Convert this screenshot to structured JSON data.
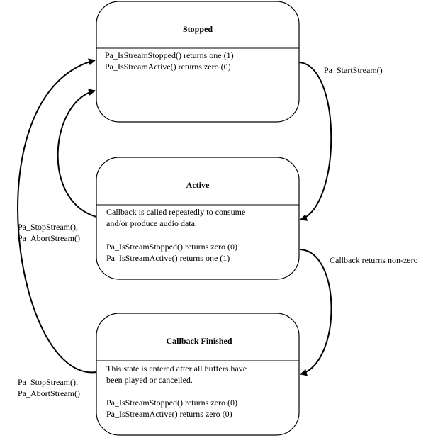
{
  "states": {
    "stopped": {
      "title": "Stopped",
      "lines": [
        "Pa_IsStreamStopped() returns one (1)",
        "Pa_IsStreamActive() returns zero (0)"
      ]
    },
    "active": {
      "title": "Active",
      "lines": [
        "Callback is called repeatedly to consume",
        "and/or produce audio data.",
        "Pa_IsStreamStopped() returns zero (0)",
        "Pa_IsStreamActive() returns one (1)"
      ]
    },
    "callback_finished": {
      "title": "Callback Finished",
      "lines": [
        "This state is entered after all buffers have",
        "been played or cancelled.",
        "Pa_IsStreamStopped() returns zero (0)",
        "Pa_IsStreamActive() returns zero (0)"
      ]
    }
  },
  "edges": {
    "start_stream": {
      "label": "Pa_StartStream()"
    },
    "callback_returns": {
      "label": "Callback returns non-zero"
    },
    "active_to_stopped": {
      "lines": [
        "Pa_StopStream(),",
        "Pa_AbortStream()"
      ]
    },
    "finished_to_stopped": {
      "lines": [
        "Pa_StopStream(),",
        "Pa_AbortStream()"
      ]
    }
  }
}
